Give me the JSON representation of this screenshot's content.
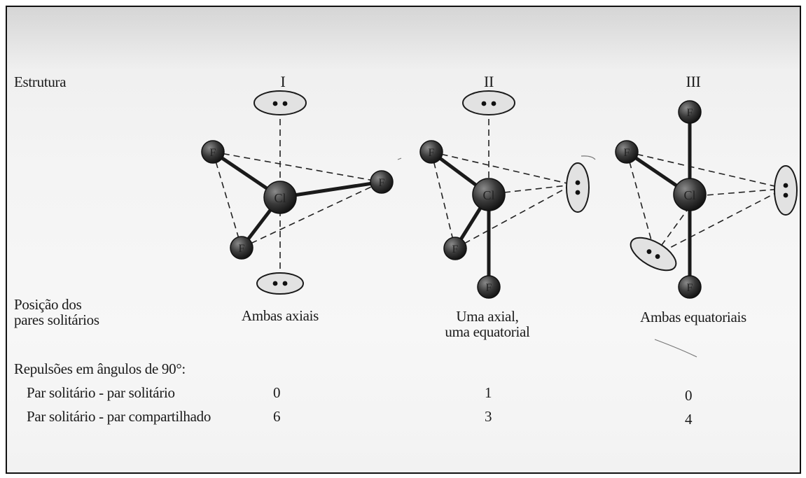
{
  "labels": {
    "structure": "Estrutura",
    "lone_pair_position_line1": "Posição dos",
    "lone_pair_position_line2": "pares solitários",
    "repulsions_heading": "Repulsões em ângulos de 90°:",
    "lp_lp": "Par solitário - par solitário",
    "lp_bp": "Par solitário - par compartilhado"
  },
  "structures": [
    {
      "numeral": "I",
      "position_line1": "Ambas axiais",
      "position_line2": "",
      "lp_lp_value": "0",
      "lp_bp_value": "6"
    },
    {
      "numeral": "II",
      "position_line1": "Uma axial,",
      "position_line2": "uma equatorial",
      "lp_lp_value": "1",
      "lp_bp_value": "3"
    },
    {
      "numeral": "III",
      "position_line1": "Ambas equatoriais",
      "position_line2": "",
      "lp_lp_value": "0",
      "lp_bp_value": "4"
    }
  ],
  "atoms": {
    "central": "Cl",
    "ligand": "F"
  },
  "colors": {
    "atom_dark": "#1c1c1c",
    "atom_light": "#8a8a8a",
    "lone_pair_fill": "#e2e2e2",
    "line": "#222222"
  }
}
